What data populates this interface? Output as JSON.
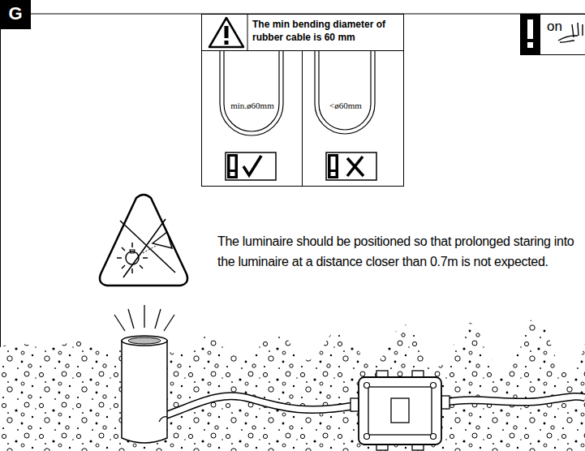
{
  "diagram": {
    "nodes": [
      {
        "text": [
          "G"
        ]
      },
      {
        "text": [
          "The min bending diameter of rubber cable is 60 mm"
        ]
      },
      {
        "text": [
          "min.ø60mm"
        ]
      },
      {
        "text": [
          "<ø60mm"
        ]
      },
      {
        "text": [
          "on"
        ]
      }
    ],
    "labels": [
      "The luminaire should be positioned so that prolonged staring into the luminaire at a distance closer than 0.7m is not expected."
    ]
  }
}
